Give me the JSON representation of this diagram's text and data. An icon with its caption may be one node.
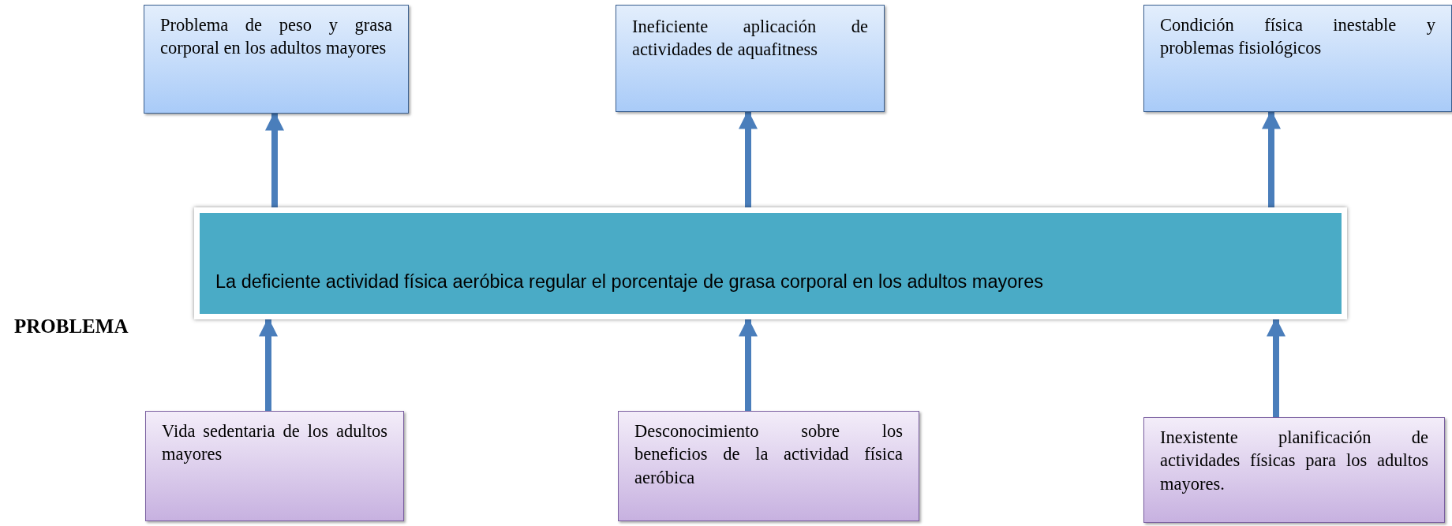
{
  "diagram": {
    "nodes": [
      {
        "text": [
          "Problema de peso y grasa corporal en los adultos mayores"
        ]
      },
      {
        "text": [
          "Ineficiente aplicación de actividades de aquafitness"
        ]
      },
      {
        "text": [
          "Condición física inestable y problemas fisiológicos"
        ]
      },
      {
        "text": [
          "La deficiente actividad física aeróbica regular el porcentaje de grasa corporal en los adultos mayores"
        ]
      },
      {
        "text": [
          "Vida sedentaria de los adultos mayores"
        ]
      },
      {
        "text": [
          "Desconocimiento sobre los beneficios de la actividad física aeróbica"
        ]
      },
      {
        "text": [
          "Inexistente planificación de actividades físicas para los adultos mayores."
        ]
      }
    ],
    "edges": [
      {
        "from": 3,
        "to": 0,
        "arrow": "to"
      },
      {
        "from": 3,
        "to": 1,
        "arrow": "to"
      },
      {
        "from": 3,
        "to": 2,
        "arrow": "to"
      },
      {
        "from": 4,
        "to": 3,
        "arrow": "to"
      },
      {
        "from": 5,
        "to": 3,
        "arrow": "to"
      },
      {
        "from": 6,
        "to": 3,
        "arrow": "to"
      }
    ],
    "labels": [
      "PROBLEMA"
    ]
  }
}
